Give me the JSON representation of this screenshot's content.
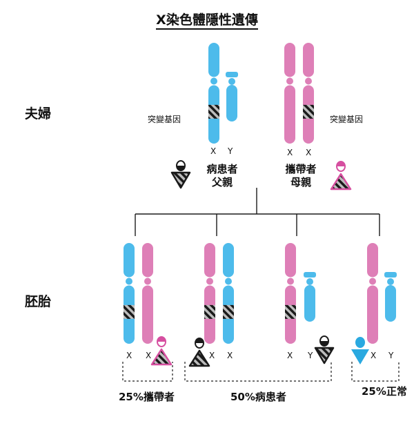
{
  "title": "X染色體隱性遺傳",
  "row_labels": {
    "parents": "夫婦",
    "embryos": "胚胎"
  },
  "mutation_label": "突變基因",
  "chrom_letters": {
    "x": "X",
    "y": "Y"
  },
  "father_label": [
    "病患者",
    "父親"
  ],
  "mother_label": [
    "攜帶者",
    "母親"
  ],
  "outcomes": {
    "carrier": "25%攜帶者",
    "affected": "50%病患者",
    "normal": "25%正常"
  },
  "colors": {
    "x_blue": "#4dbbeb",
    "x_pink": "#de7fb7",
    "y_blue": "#4dbbeb",
    "male_symbol": "#1a1a1a",
    "female_symbol": "#d64fa0",
    "normal_male_symbol": "#2aa9e0"
  }
}
